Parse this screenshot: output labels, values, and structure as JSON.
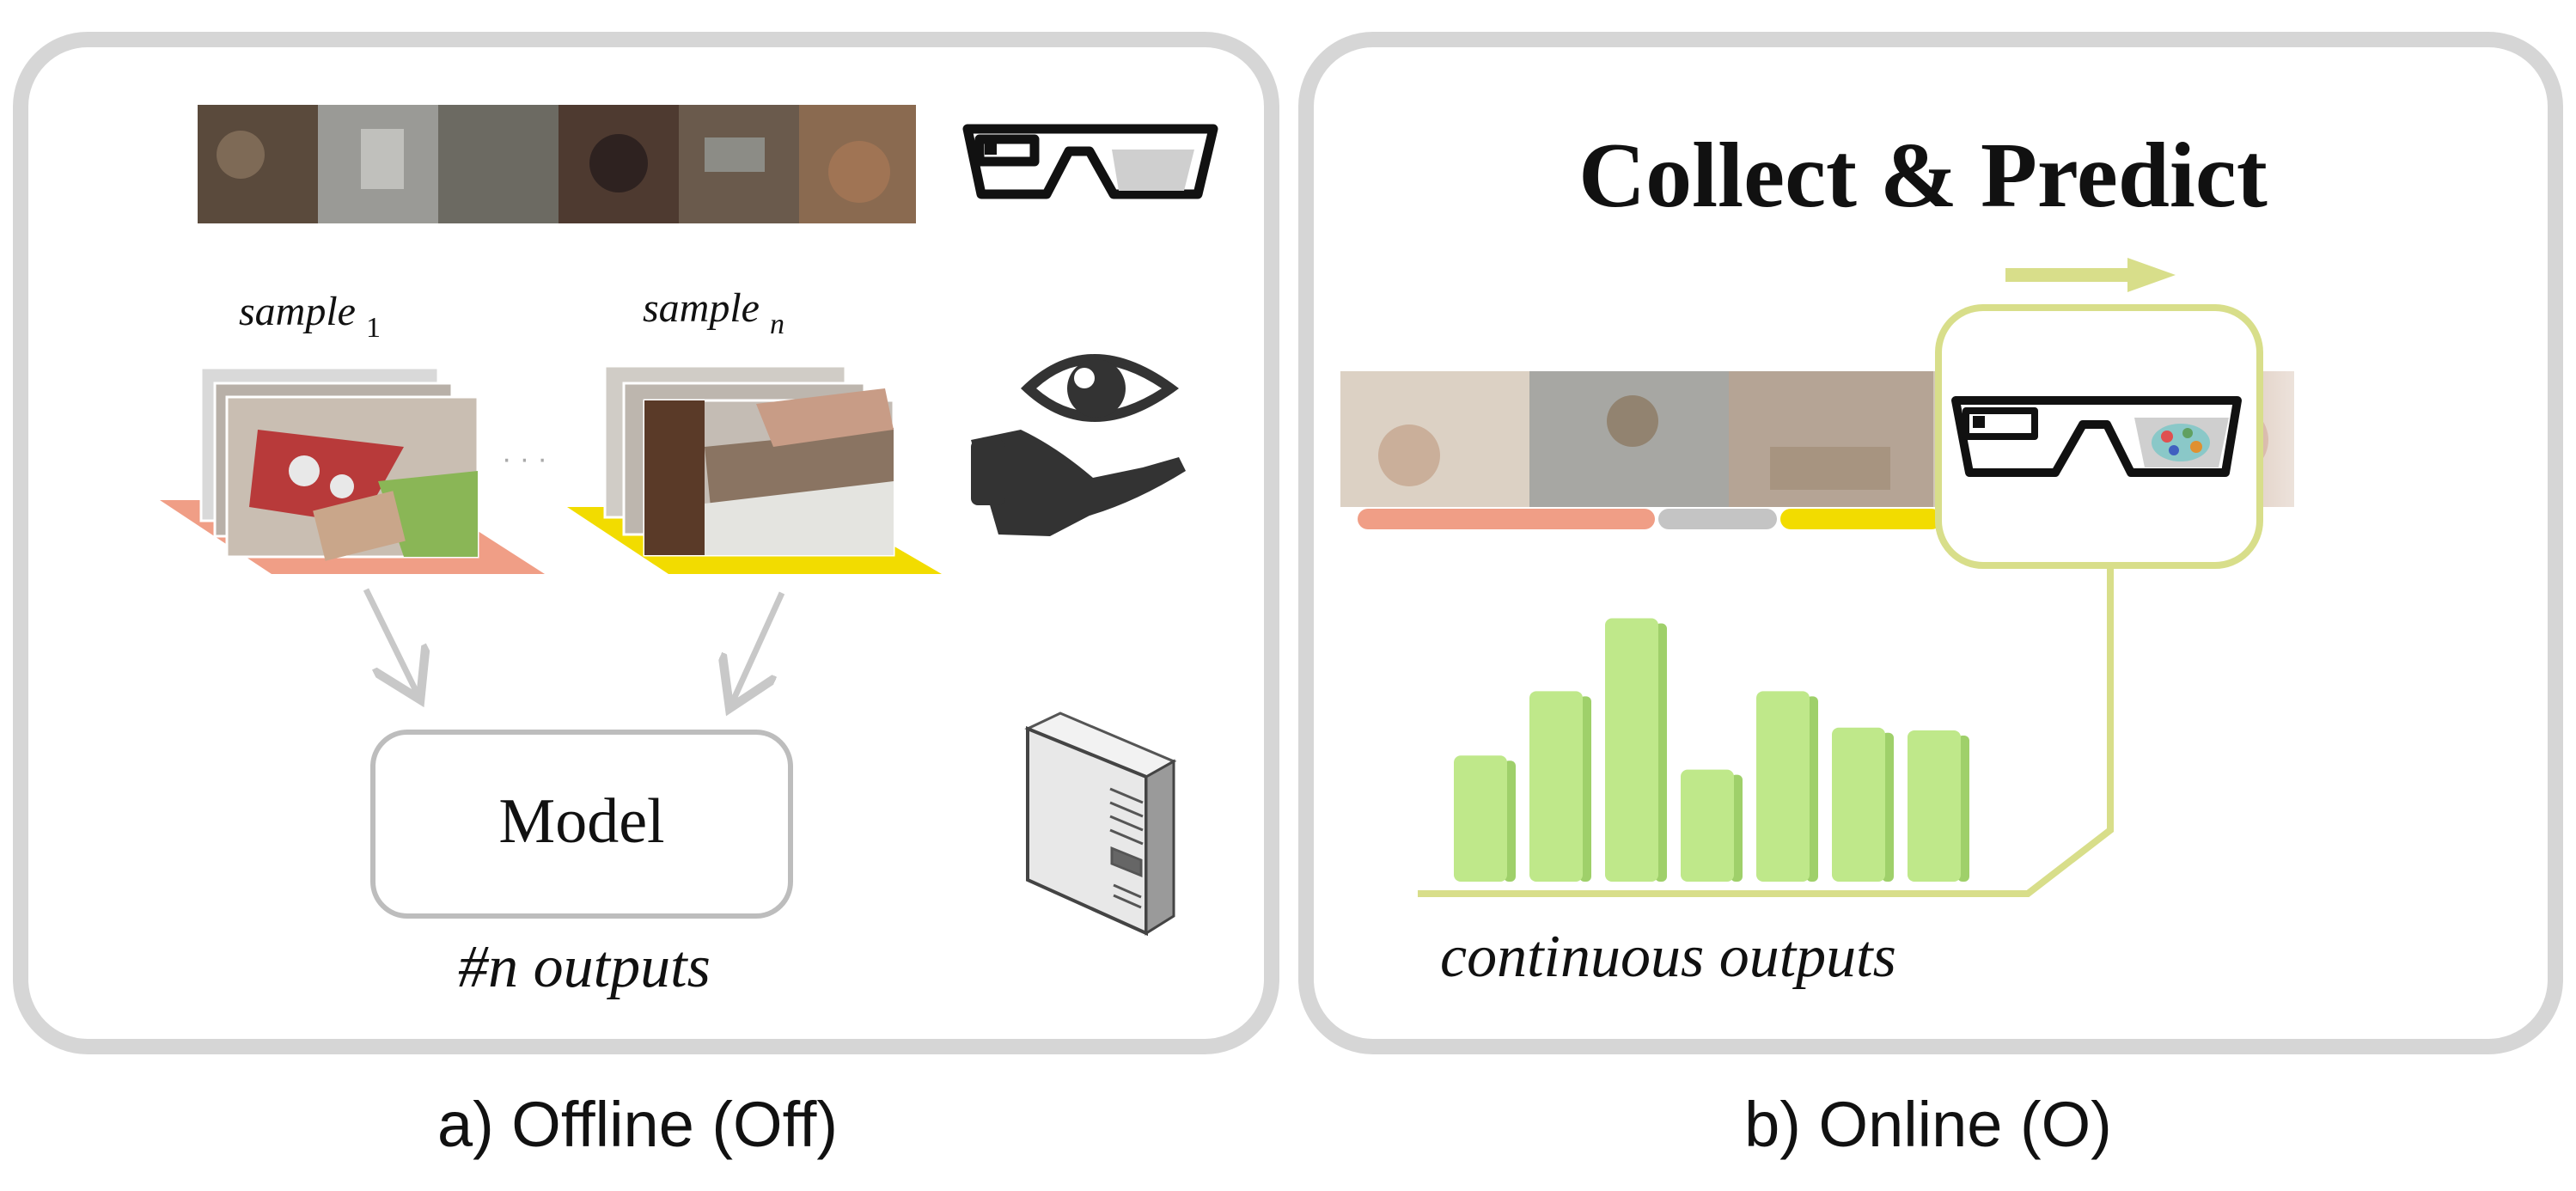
{
  "panels": {
    "offline": {
      "sample_first_label": "sample",
      "sample_first_subscript": "1",
      "sample_last_label": "sample",
      "sample_last_subscript": "n",
      "ellipsis": "· · ·",
      "model_label": "Model",
      "outputs_label": "#n outputs",
      "caption": "a) Offline (Off)"
    },
    "online": {
      "title": "Collect & Predict",
      "outputs_label": "continuous outputs",
      "caption": "b) Online (O)",
      "bar_levels": [
        0.45,
        0.68,
        0.94,
        0.4,
        0.68,
        0.55,
        0.54
      ]
    }
  },
  "icons": {
    "offline": [
      "smart-glasses-icon",
      "eye-in-hand-icon",
      "server-tower-icon"
    ],
    "online": [
      "smart-glasses-with-brain-icon"
    ]
  },
  "colors": {
    "panel_border": "#d6d6d6",
    "arrow_gray": "#c8c8c8",
    "accent_line": "#d8de8a",
    "bar_fill": "#bfe88a",
    "bar_side": "#9fd06a",
    "salmon": "#f09e86",
    "yellow": "#f2dc00",
    "gray_segment": "#c4c4c4"
  }
}
